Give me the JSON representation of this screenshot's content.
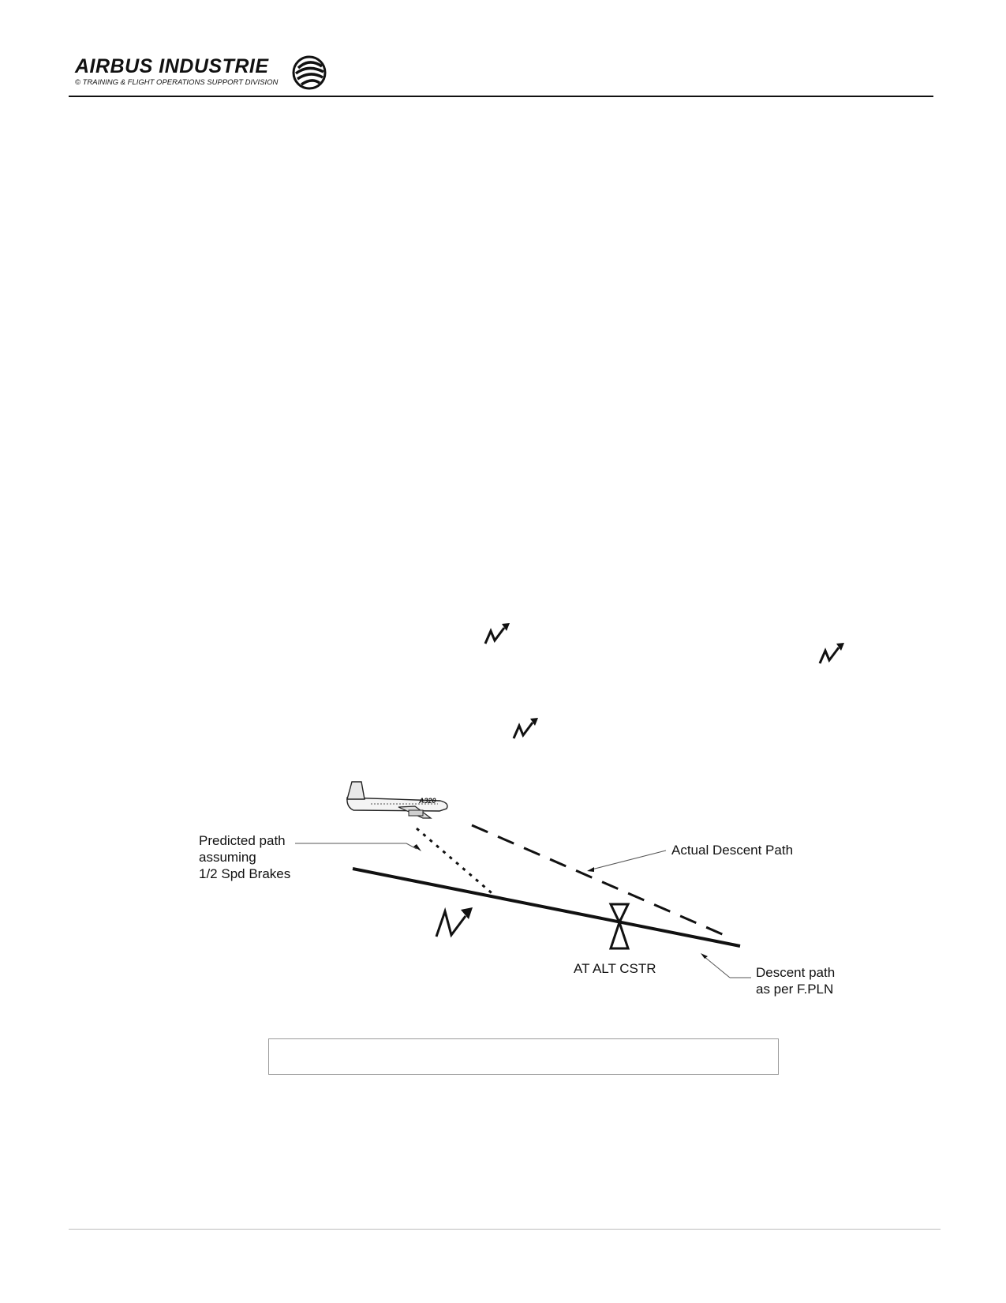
{
  "header": {
    "brand_name": "AIRBUS INDUSTRIE",
    "division": "© TRAINING & FLIGHT OPERATIONS SUPPORT DIVISION",
    "logo_icon": "airbus-swirl-logo"
  },
  "markers": {
    "icon": "lightning-arrow-icon",
    "count": 4
  },
  "diagram": {
    "aircraft_icon": "a320-aircraft-icon",
    "aircraft_marking": "A320",
    "predicted_path_label": [
      "Predicted path",
      "assuming",
      "1/2 Spd Brakes"
    ],
    "actual_path_label": "Actual Descent Path",
    "constraint_label": "AT ALT CSTR",
    "fpln_path_label": [
      "Descent path",
      "as per F.PLN"
    ],
    "constraint_icon": "altitude-constraint-icon"
  },
  "caption": ""
}
